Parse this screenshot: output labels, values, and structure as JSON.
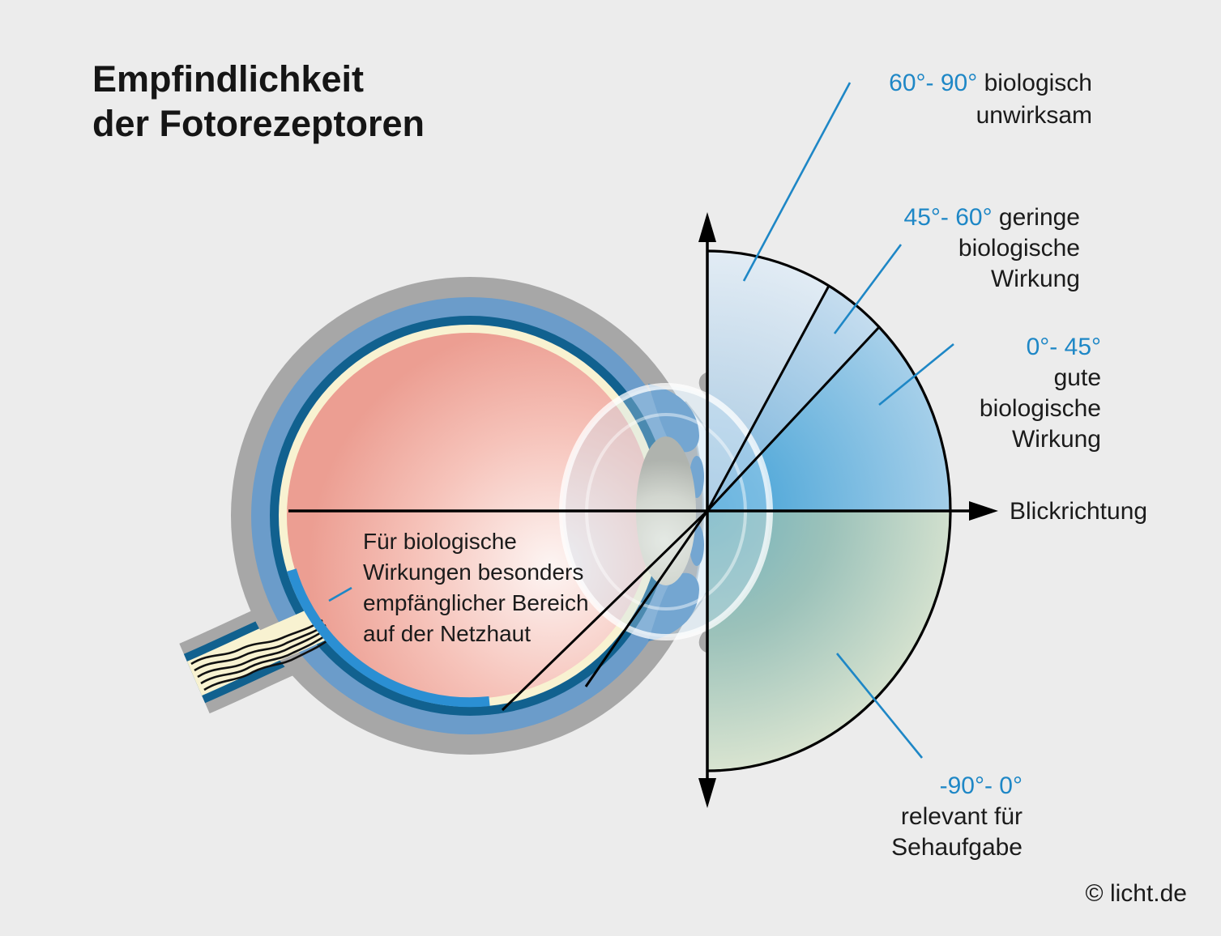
{
  "title": {
    "line1": "Empfindlichkeit",
    "line2": "der Fotorezeptoren"
  },
  "labels": {
    "s6090": {
      "range": "60°- 90°",
      "rest1": " biologisch",
      "line2": "unwirksam"
    },
    "s4560": {
      "range": "45°- 60°",
      "rest1": " geringe",
      "line2": "biologische",
      "line3": "Wirkung"
    },
    "s045": {
      "range": "0°- 45°",
      "line2": "gute",
      "line3": "biologische",
      "line4": "Wirkung"
    },
    "sneg": {
      "range": "-90°- 0°",
      "line2": "relevant für",
      "line3": "Sehaufgabe"
    },
    "axis": "Blickrichtung"
  },
  "note": {
    "line1": "Für biologische",
    "line2": "Wirkungen besonders",
    "line3": "empfänglicher Bereich",
    "line4": "auf der Netzhaut"
  },
  "credit": "© licht.de",
  "sectors": [
    {
      "range": "60°- 90°",
      "effect": "biologisch unwirksam"
    },
    {
      "range": "45°- 60°",
      "effect": "geringe biologische Wirkung"
    },
    {
      "range": "0°- 45°",
      "effect": "gute biologische Wirkung"
    },
    {
      "range": "-90°- 0°",
      "effect": "relevant für Sehaufgabe"
    }
  ],
  "colors": {
    "background": "#ececec",
    "accent_blue": "#1e87c6",
    "text_dark": "#1b1b1b",
    "axis_black": "#000000",
    "eye_sclera_gray": "#a7a7a7",
    "eye_ring_blue": "#6b9cca",
    "eye_ring_dark": "#11618f",
    "eye_cream": "#f8f2d1",
    "retina_highlight": "#2b8fd3",
    "iris_blue": "#4d8ac0",
    "pink_inner": "#fdf5f3",
    "pink_mid": "#f6c3ba",
    "pink_outer": "#ec9e92",
    "lens_inner": "#f2ecdc",
    "lens_outer": "#a49d8c",
    "cornea_white": "#f4f8fb",
    "sector_60_90_inner": "#a3c6e0",
    "sector_60_90_outer": "#e4edf5",
    "sector_45_60_inner": "#74b1da",
    "sector_45_60_outer": "#c9dff0",
    "sector_0_45_inner": "#3d9fd5",
    "sector_0_45_outer": "#aed3eb",
    "sector_low_inner": "#72b2bd",
    "sector_low_outer": "#e0e8d3"
  }
}
